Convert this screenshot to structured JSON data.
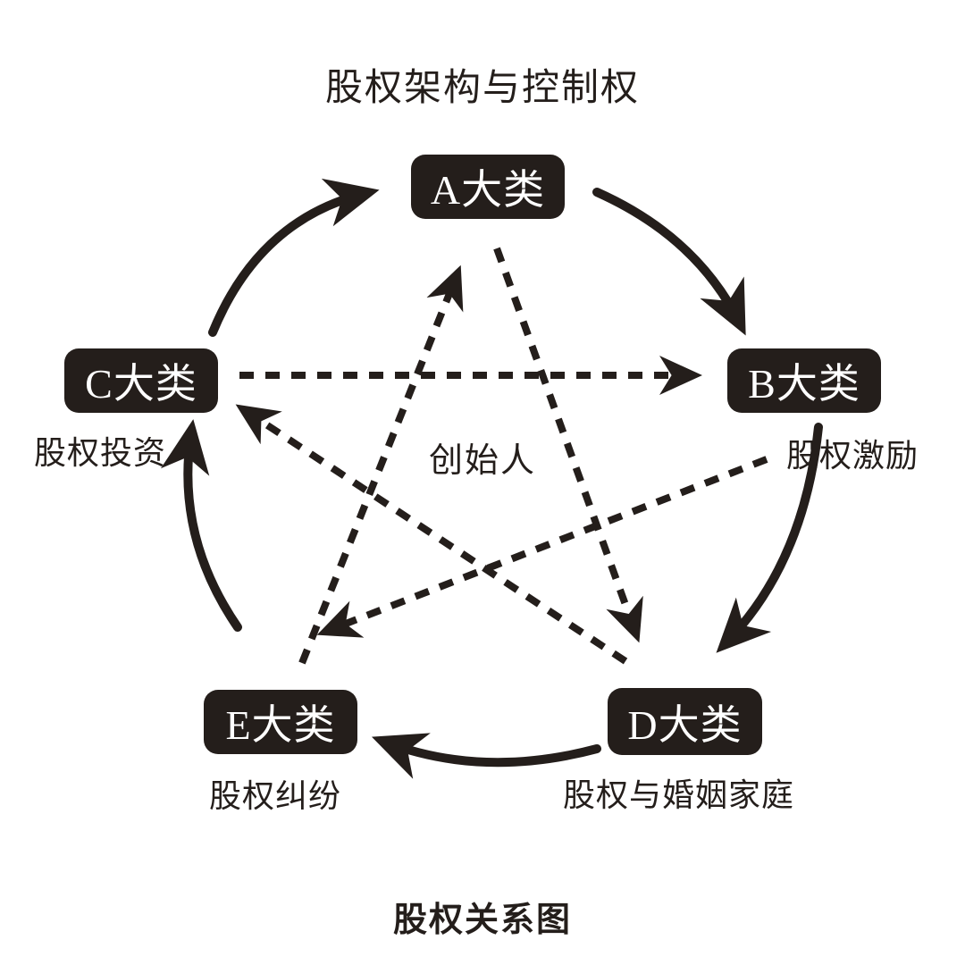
{
  "title": "股权架构与控制权",
  "caption": "股权关系图",
  "center_label": "创始人",
  "nodes": [
    {
      "id": "A",
      "label": "A大类",
      "sublabel": ""
    },
    {
      "id": "B",
      "label": "B大类",
      "sublabel": "股权激励"
    },
    {
      "id": "C",
      "label": "C大类",
      "sublabel": "股权投资"
    },
    {
      "id": "D",
      "label": "D大类",
      "sublabel": "股权与婚姻家庭"
    },
    {
      "id": "E",
      "label": "E大类",
      "sublabel": "股权纠纷"
    }
  ],
  "edges": {
    "solid_cycle": [
      {
        "from": "C",
        "to": "A"
      },
      {
        "from": "A",
        "to": "B"
      },
      {
        "from": "B",
        "to": "D"
      },
      {
        "from": "D",
        "to": "E"
      },
      {
        "from": "E",
        "to": "C"
      }
    ],
    "dashed_star": [
      {
        "from": "C",
        "to": "B"
      },
      {
        "from": "A",
        "to": "D"
      },
      {
        "from": "E",
        "to": "A"
      },
      {
        "from": "B",
        "to": "E"
      },
      {
        "from": "D",
        "to": "C"
      }
    ]
  },
  "colors": {
    "background": "#ffffff",
    "node_fill": "#241e1b",
    "node_text": "#ffffff",
    "line": "#241e1b"
  }
}
